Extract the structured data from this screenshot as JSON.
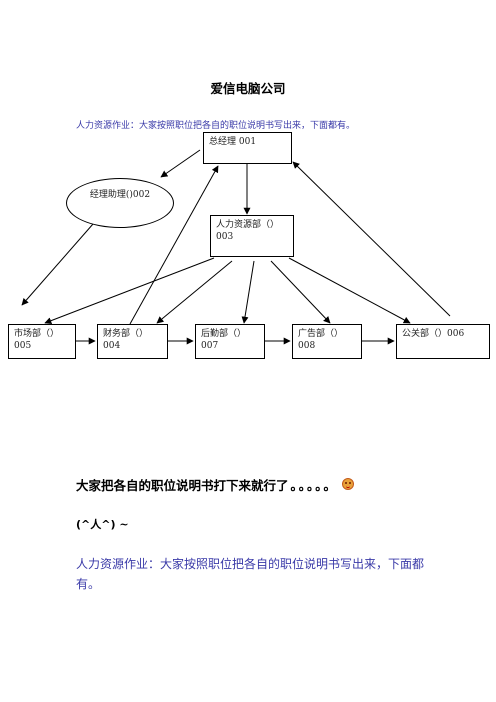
{
  "document": {
    "title": "爱信电脑公司",
    "intro": "人力资源作业：大家按照职位把各自的职位说明书写出来，下面都有。",
    "summary": "大家把各自的职位说明书打下来就行了",
    "summary_dots": "。。。。。",
    "emote": "(^人^) ~",
    "footer": "人力资源作业：大家按照职位把各自的职位说明书写出来，下面都有。"
  },
  "org_chart": {
    "general_manager": {
      "line1": "总经理 001"
    },
    "assistant": {
      "line1": "经理助理()002"
    },
    "hr": {
      "line1": "人力资源部（）",
      "line2": "003"
    },
    "departments": [
      {
        "line1": "市场部（）",
        "line2": "005"
      },
      {
        "line1": "财务部（）",
        "line2": "004"
      },
      {
        "line1": "后勤部（）",
        "line2": "007"
      },
      {
        "line1": "广告部（）",
        "line2": "008"
      },
      {
        "line1": "公关部（）006",
        "line2": ""
      }
    ]
  },
  "colors": {
    "intro_text": "#3a3aa8",
    "footer_text": "#3a3aa8"
  },
  "icons": {
    "emoticon": "smiley-icon"
  }
}
